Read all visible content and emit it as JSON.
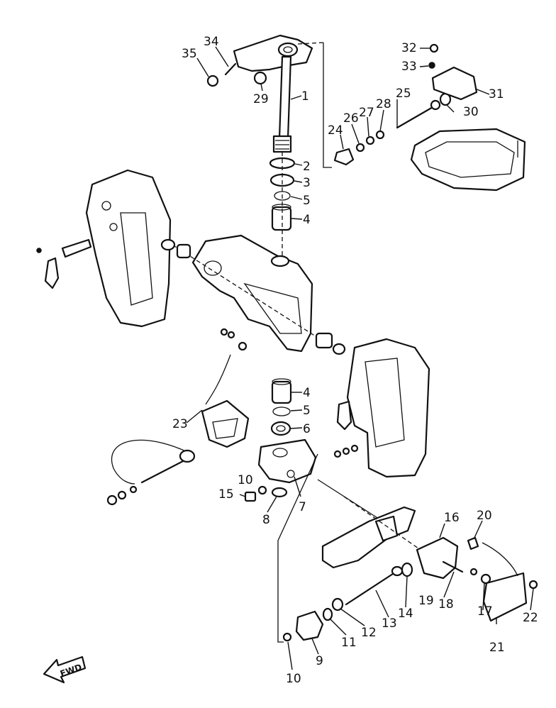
{
  "callouts": [
    {
      "id": "c1",
      "label": "1"
    },
    {
      "id": "c2",
      "label": "2"
    },
    {
      "id": "c3",
      "label": "3"
    },
    {
      "id": "c4a",
      "label": "4"
    },
    {
      "id": "c4b",
      "label": "4"
    },
    {
      "id": "c5a",
      "label": "5"
    },
    {
      "id": "c5b",
      "label": "5"
    },
    {
      "id": "c6",
      "label": "6"
    },
    {
      "id": "c7",
      "label": "7"
    },
    {
      "id": "c8",
      "label": "8"
    },
    {
      "id": "c9",
      "label": "9"
    },
    {
      "id": "c10a",
      "label": "10"
    },
    {
      "id": "c10b",
      "label": "10"
    },
    {
      "id": "c11",
      "label": "11"
    },
    {
      "id": "c12",
      "label": "12"
    },
    {
      "id": "c13",
      "label": "13"
    },
    {
      "id": "c14",
      "label": "14"
    },
    {
      "id": "c15",
      "label": "15"
    },
    {
      "id": "c16",
      "label": "16"
    },
    {
      "id": "c17",
      "label": "17"
    },
    {
      "id": "c18",
      "label": "18"
    },
    {
      "id": "c19",
      "label": "19"
    },
    {
      "id": "c20",
      "label": "20"
    },
    {
      "id": "c21",
      "label": "21"
    },
    {
      "id": "c22",
      "label": "22"
    },
    {
      "id": "c23",
      "label": "23"
    },
    {
      "id": "c24",
      "label": "24"
    },
    {
      "id": "c25",
      "label": "25"
    },
    {
      "id": "c26",
      "label": "26"
    },
    {
      "id": "c27",
      "label": "27"
    },
    {
      "id": "c28",
      "label": "28"
    },
    {
      "id": "c29",
      "label": "29"
    },
    {
      "id": "c30",
      "label": "30"
    },
    {
      "id": "c31",
      "label": "31"
    },
    {
      "id": "c32",
      "label": "32"
    },
    {
      "id": "c33",
      "label": "33"
    },
    {
      "id": "c34",
      "label": "34"
    },
    {
      "id": "c35",
      "label": "35"
    }
  ],
  "fwd_marker": {
    "label": "FWD"
  }
}
